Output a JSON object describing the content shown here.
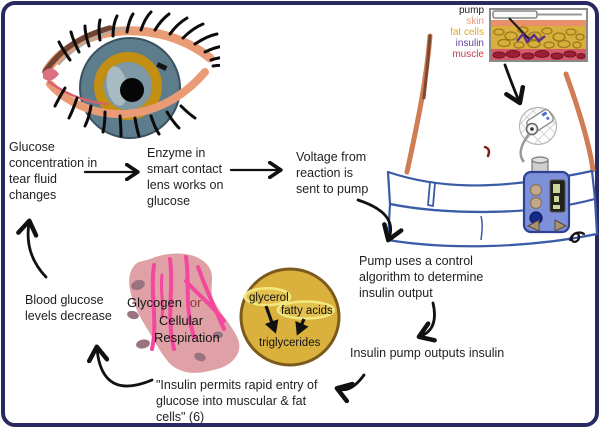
{
  "frame": {
    "border_color": "#2a2a63",
    "background": "#ffffff"
  },
  "legend": {
    "items": [
      {
        "label": "pump",
        "color": "#1b1b1b"
      },
      {
        "label": "skin",
        "color": "#e8997a"
      },
      {
        "label": "fat cells",
        "color": "#dca82e"
      },
      {
        "label": "insulin",
        "color": "#6a3e9d"
      },
      {
        "label": "muscle",
        "color": "#c23b4e"
      }
    ]
  },
  "steps": {
    "tear_fluid": "Glucose concentration in tear fluid changes",
    "enzyme": "Enzyme in smart contact lens works on glucose",
    "voltage": "Voltage from reaction is sent to pump",
    "algorithm": "Pump uses a control algorithm to determine insulin output",
    "pump_output": "Insulin pump outputs insulin",
    "quote": "\"Insulin permits rapid entry of glucose into muscular & fat cells\" (6)",
    "blood_glucose": "Blood glucose levels decrease"
  },
  "tissue": {
    "glycogen": "Glycogen",
    "or": "or",
    "or_color": "#8b3a32",
    "cellular": "Cellular",
    "respiration": "Respiration"
  },
  "fat_cell": {
    "glycerol": "glycerol",
    "fatty_acids": "fatty acids",
    "triglycerides": "triglycerides"
  }
}
